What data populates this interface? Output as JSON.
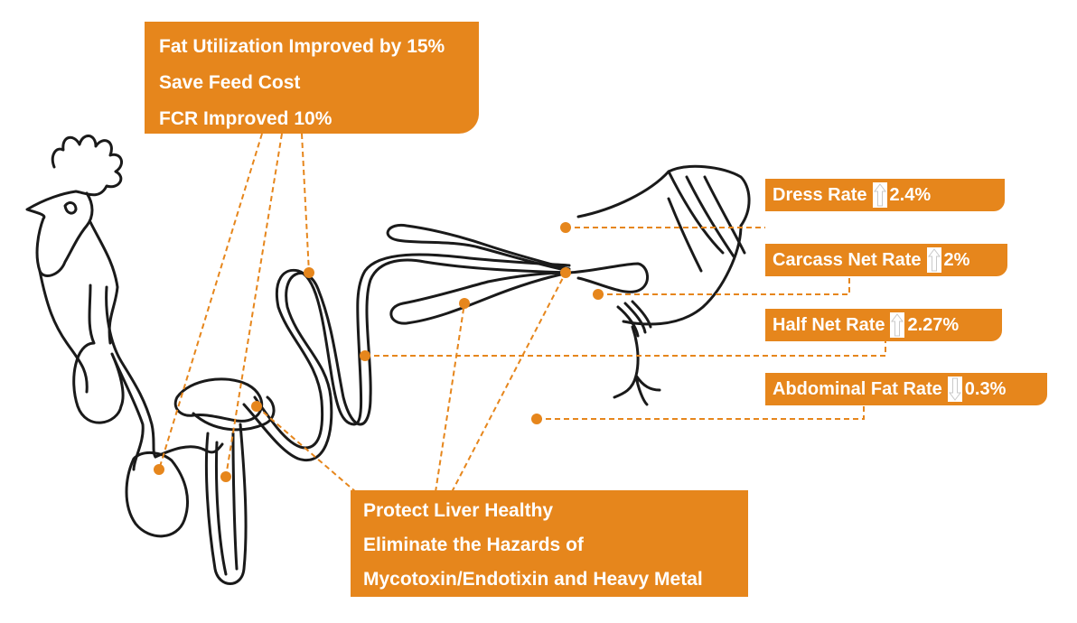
{
  "top_box": {
    "lines": [
      "Fat Utilization Improved by 15%",
      "Save Feed Cost",
      "FCR Improved 10%"
    ]
  },
  "bottom_box": {
    "lines": [
      "Protect Liver Healthy",
      "Eliminate the Hazards of",
      "Mycotoxin/Endotixin and Heavy Metal"
    ]
  },
  "stats": [
    {
      "label": "Dress Rate",
      "direction": "up",
      "value": "2.4%"
    },
    {
      "label": "Carcass Net Rate",
      "direction": "up",
      "value": "2%"
    },
    {
      "label": "Half Net Rate",
      "direction": "up",
      "value": "2.27%"
    },
    {
      "label": "Abdominal Fat Rate",
      "direction": "down",
      "value": "0.3%"
    }
  ],
  "colors": {
    "accent": "#e6861c",
    "line": "#1a1a1a",
    "text_on_accent": "#ffffff"
  },
  "icons": {
    "up": "arrow-up-icon",
    "down": "arrow-down-icon"
  }
}
